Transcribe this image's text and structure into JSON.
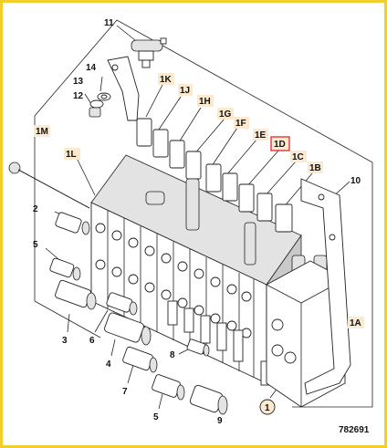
{
  "figure_number": "782691",
  "accent_color": "#f2cd2e",
  "label_highlight_color": "#fbe9d0",
  "selected_label_color": "#e0262b",
  "callouts": {
    "c11": "11",
    "c14": "14",
    "c13": "13",
    "c12": "12",
    "c1M": "1M",
    "c1L": "1L",
    "c1K": "1K",
    "c1J": "1J",
    "c1H": "1H",
    "c1G": "1G",
    "c1F": "1F",
    "c1E": "1E",
    "c1D": "1D",
    "c1C": "1C",
    "c1B": "1B",
    "c10": "10",
    "c2": "2",
    "c5a": "5",
    "c3": "3",
    "c6": "6",
    "c4": "4",
    "c7": "7",
    "c8": "8",
    "c5b": "5",
    "c9": "9",
    "c1": "1",
    "c1A": "1A"
  }
}
